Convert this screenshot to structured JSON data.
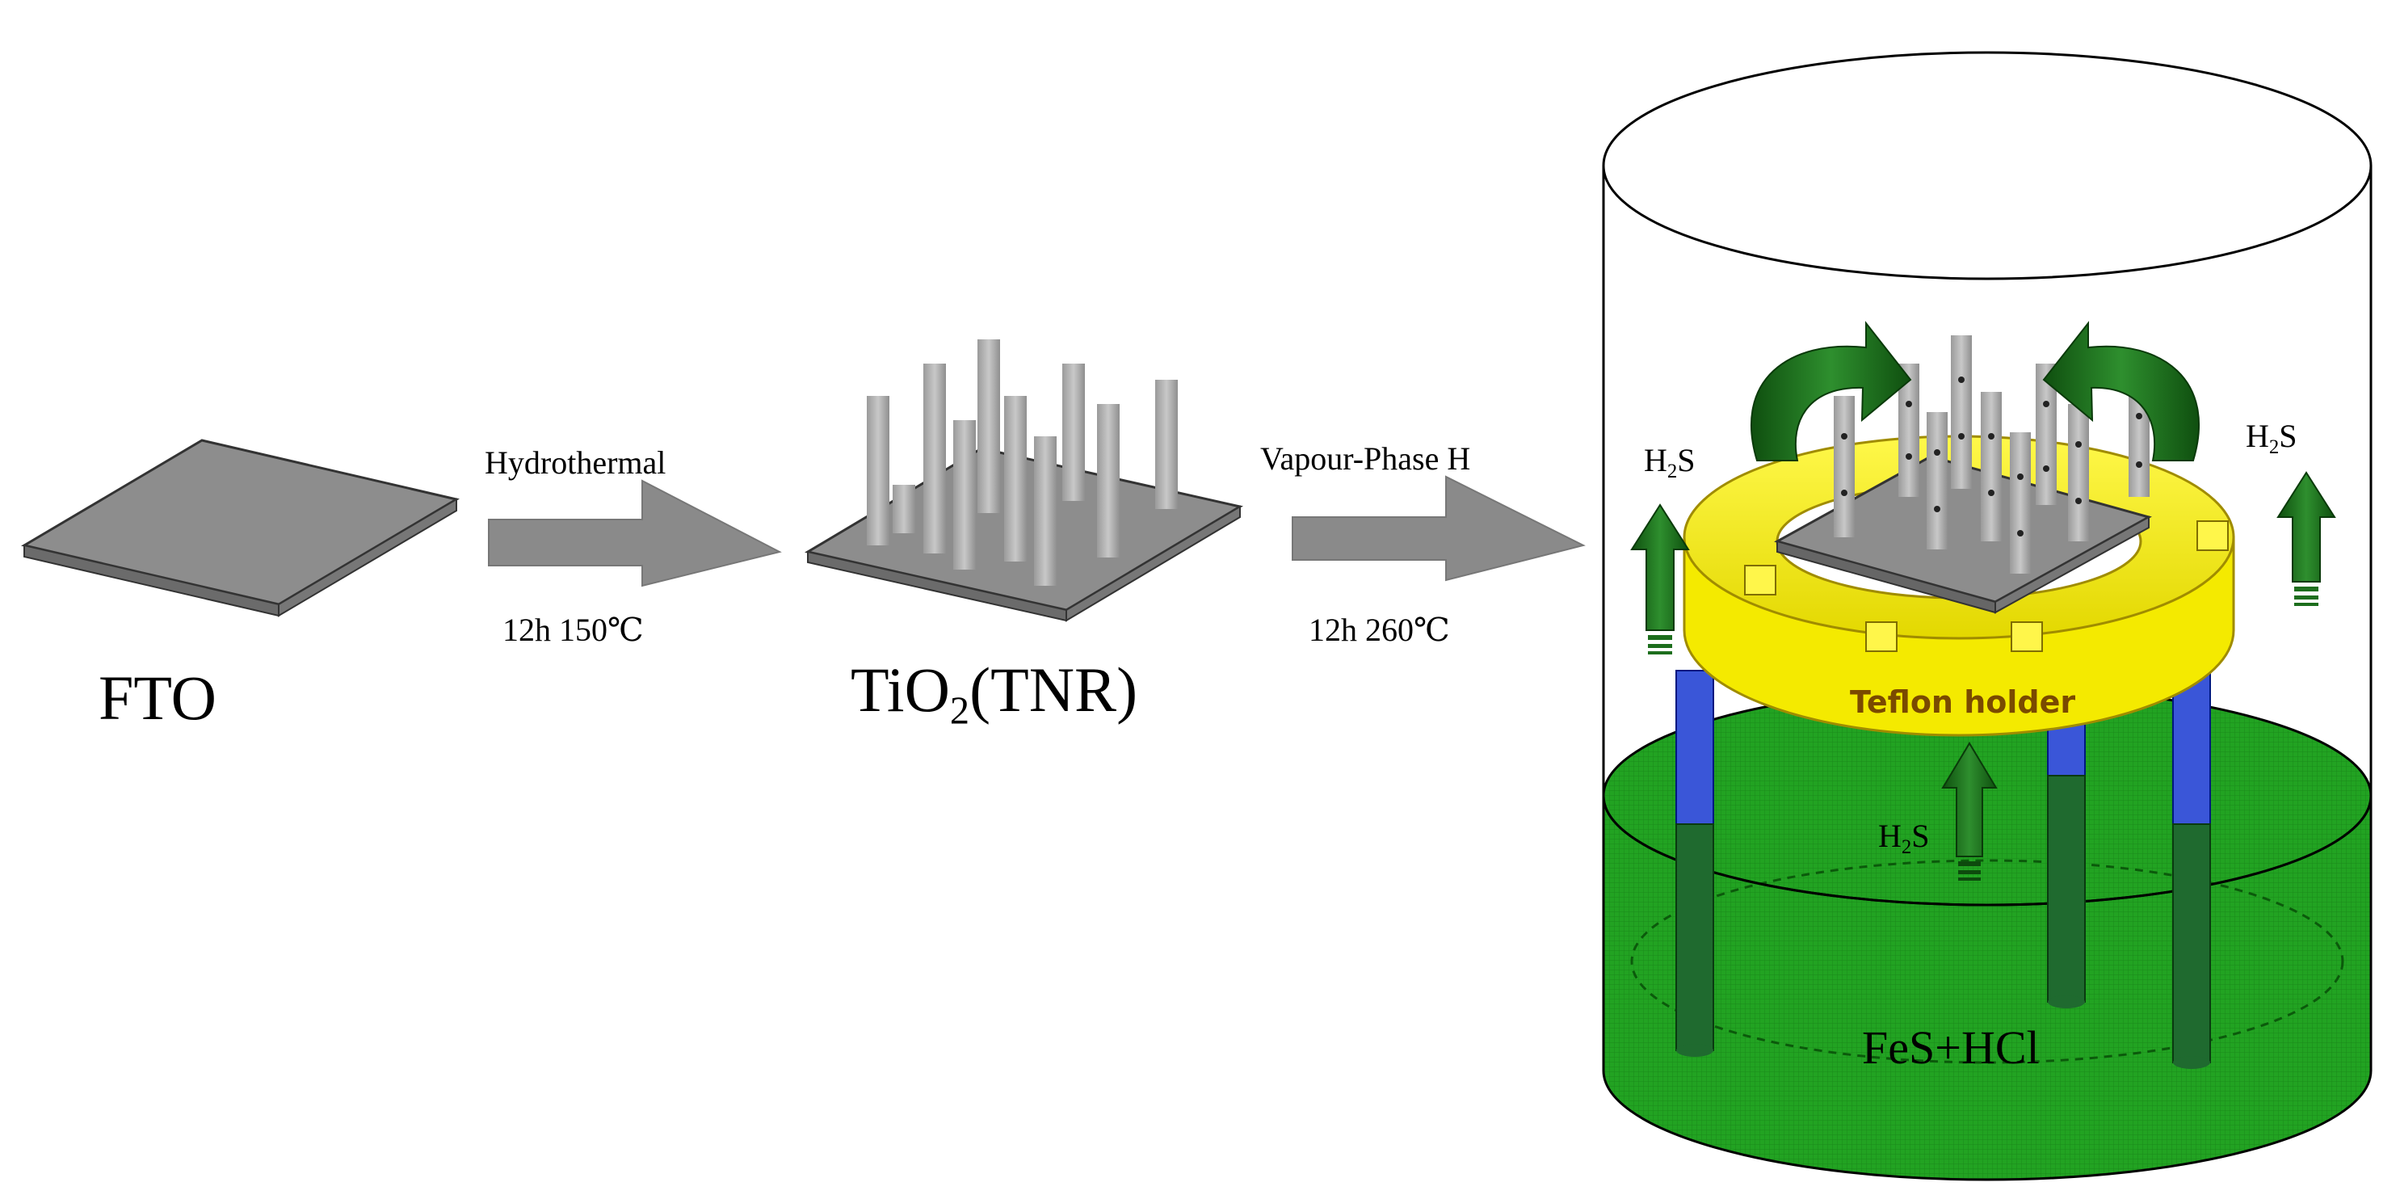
{
  "steps": {
    "fto_label": "FTO",
    "tnr_label_prefix": "TiO",
    "tnr_label_sub": "2",
    "tnr_label_suffix": "(TNR)"
  },
  "arrows": {
    "hydrothermal": {
      "top": "Hydrothermal",
      "bottom": "12h 150℃"
    },
    "vapour": {
      "top": "Vapour-Phase H",
      "bottom": "12h 260℃"
    }
  },
  "reactor": {
    "gas_prefix": "H",
    "gas_sub": "2",
    "gas_suffix": "S",
    "holder_label": "Teflon holder",
    "solution_label": "FeS+HCl"
  },
  "colors": {
    "substrate": "#8c8c8c",
    "nanorod": "#a9a9a9",
    "process_arrow": "#8a8a8a",
    "gas_arrow": "#1d6e1d",
    "teflon": "#f4f000",
    "solution": "#1ea01e",
    "support_rod_upper": "#3a56d8",
    "support_rod_lower": "#1f6a2f"
  }
}
